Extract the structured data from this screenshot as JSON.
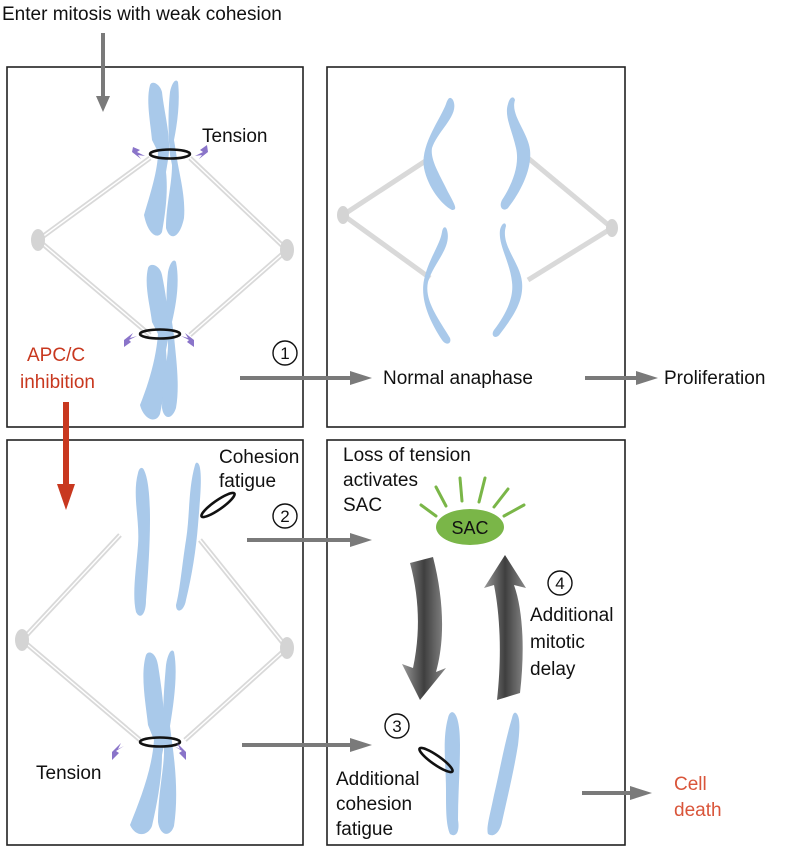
{
  "labels": {
    "top_entry": "Enter mitosis with weak cohesion",
    "tension_top": "Tension",
    "apcc_line1": "APC/C",
    "apcc_line2": "inhibition",
    "normal_anaphase": "Normal anaphase",
    "proliferation": "Proliferation",
    "cohesion_fatigue_line1": "Cohesion",
    "cohesion_fatigue_line2": "fatigue",
    "loss_line1": "Loss of tension",
    "loss_line2": "activates",
    "loss_line3": "SAC",
    "sac_blob": "SAC",
    "additional_delay_line1": "Additional",
    "additional_delay_line2": "mitotic",
    "additional_delay_line3": "delay",
    "tension_bottom": "Tension",
    "additional_fatigue_line1": "Additional",
    "additional_fatigue_line2": "cohesion",
    "additional_fatigue_line3": "fatigue",
    "cell_death_line1": "Cell",
    "cell_death_line2": "death"
  },
  "steps": [
    "1",
    "2",
    "3",
    "4"
  ],
  "colors": {
    "chromosome": "#a9c9ea",
    "spindle": "#d9d9d9",
    "apcc_arrow": "#c8381f",
    "cell_death": "#d9553a",
    "sac": "#7ab648",
    "arrow": "#7a7a7a",
    "tension_spark": "#8a74c9"
  }
}
